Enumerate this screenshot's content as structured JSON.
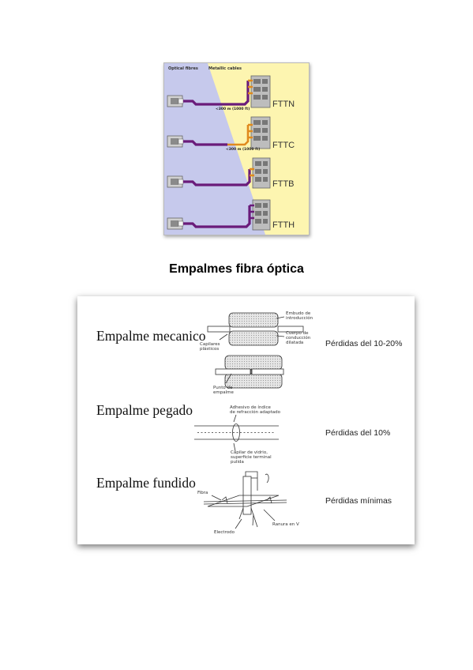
{
  "fttx_figure": {
    "header_left": "Optical fibres",
    "header_right": "Metallic cables",
    "distance_1": "<300 m (1000 ft)",
    "distance_2": "<300 m (1000 ft)",
    "labels": [
      "FTTN",
      "FTTC",
      "FTTB",
      "FTTH"
    ],
    "colors": {
      "fiber": "#6a1b7a",
      "copper": "#e08a1e",
      "optical_zone": "#c6c9ec",
      "metallic_zone": "#fdf5b0"
    }
  },
  "title": "Empalmes fibra óptica",
  "splices": [
    {
      "name": "Empalme mecanico",
      "loss": "Pérdidas del 10-20%",
      "captions": {
        "embudo_1": "Embudo de",
        "embudo_2": "introducción",
        "cuerpo_1": "Cuerpo de",
        "cuerpo_2": "conducción",
        "cuerpo_3": "dilatada",
        "capilares_1": "Capilares",
        "capilares_2": "plásticos",
        "punto_1": "Punto de",
        "punto_2": "empalme"
      }
    },
    {
      "name": "Empalme pegado",
      "loss": "Pérdidas del 10%",
      "captions": {
        "adhesivo_1": "Adhesivo de índice",
        "adhesivo_2": "de refracción adaptado",
        "capilar_1": "Capilar de vidrio,",
        "capilar_2": "superficie terminal",
        "capilar_3": "pulida"
      }
    },
    {
      "name": "Empalme fundido",
      "loss": "Pérdidas mínimas",
      "captions": {
        "fibra": "Fibra",
        "ranura": "Ranura en V",
        "electrodo": "Electrodo"
      }
    }
  ]
}
